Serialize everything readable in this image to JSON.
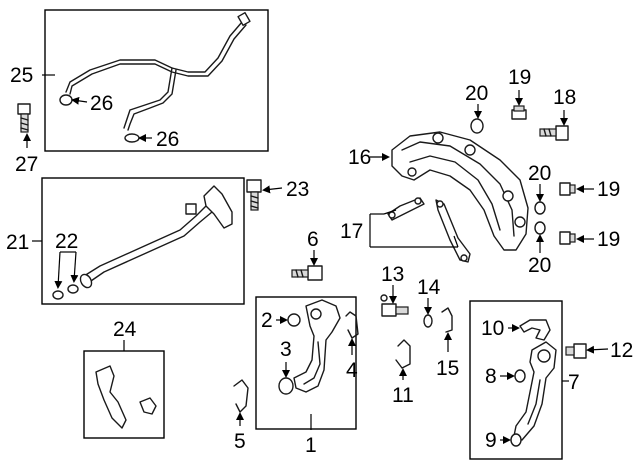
{
  "callouts": {
    "c1": "1",
    "c2": "2",
    "c3": "3",
    "c4": "4",
    "c5": "5",
    "c6": "6",
    "c7": "7",
    "c8": "8",
    "c9": "9",
    "c10": "10",
    "c11": "11",
    "c12": "12",
    "c13": "13",
    "c14": "14",
    "c15": "15",
    "c16": "16",
    "c17": "17",
    "c18": "18",
    "c19a": "19",
    "c19b": "19",
    "c19c": "19",
    "c20a": "20",
    "c20b": "20",
    "c20c": "20",
    "c21": "21",
    "c22": "22",
    "c23": "23",
    "c24": "24",
    "c25": "25",
    "c26a": "26",
    "c26b": "26",
    "c27": "27"
  }
}
